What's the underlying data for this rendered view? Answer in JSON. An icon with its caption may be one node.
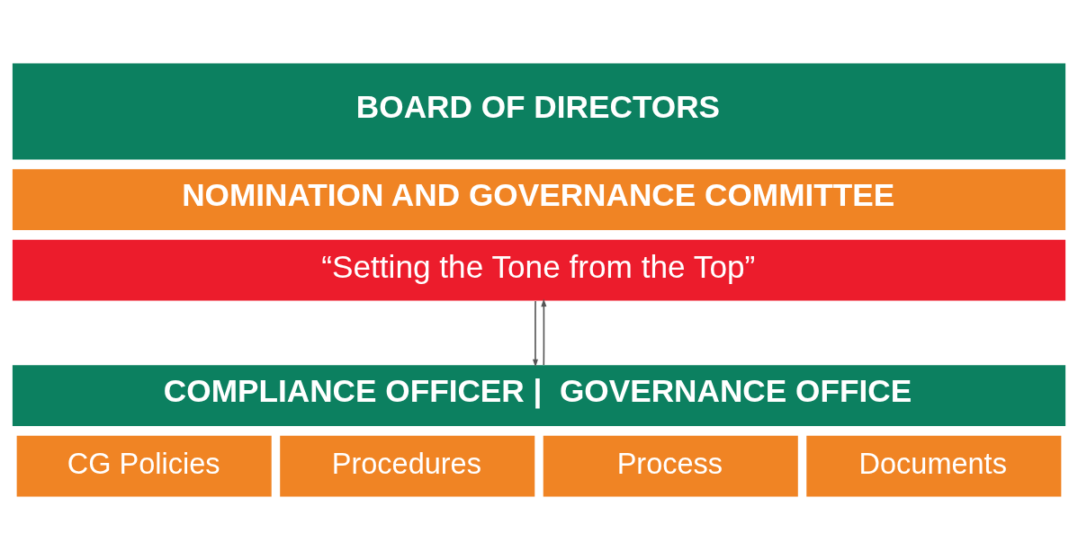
{
  "diagram": {
    "nodes": [
      {
        "text": [
          "BOARD OF DIRECTORS"
        ]
      },
      {
        "text": [
          "NOMINATION AND GOVERNANCE COMMITTEE"
        ]
      },
      {
        "text": [
          "“Setting the Tone from the Top”"
        ]
      },
      {
        "text": [
          "COMPLIANCE OFFICER |  GOVERNANCE OFFICE"
        ]
      },
      {
        "text": [
          "CG Policies"
        ]
      },
      {
        "text": [
          "Procedures"
        ]
      },
      {
        "text": [
          "Process"
        ]
      },
      {
        "text": [
          "Documents"
        ]
      }
    ],
    "edges": [
      {
        "from": 2,
        "to": 3,
        "arrow": "to"
      },
      {
        "from": 3,
        "to": 2,
        "arrow": "to"
      }
    ]
  }
}
